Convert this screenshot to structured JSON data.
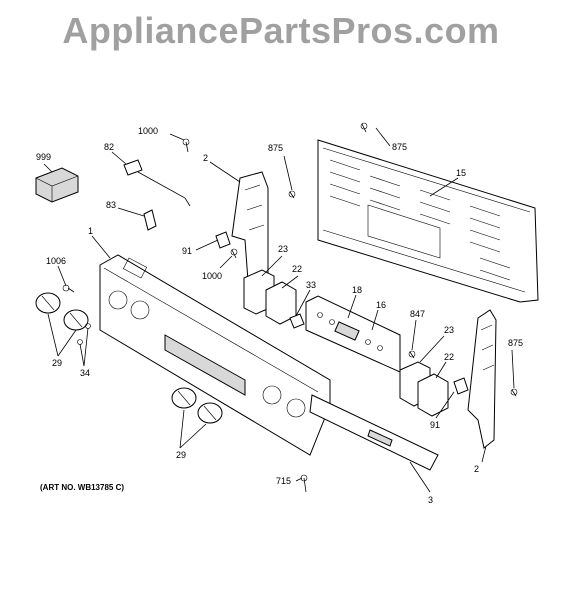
{
  "watermark": "AppliancePartsPros.com",
  "art_number": "(ART NO. WB13785 C)",
  "callouts": {
    "c999": "999",
    "c1000a": "1000",
    "c82": "82",
    "c2a": "2",
    "c875a": "875",
    "c875b": "875",
    "c15": "15",
    "c83": "83",
    "c91a": "91",
    "c23a": "23",
    "c1": "1",
    "c1006": "1006",
    "c1000b": "1000",
    "c22a": "22",
    "c33": "33",
    "c18": "18",
    "c16": "16",
    "c847": "847",
    "c23b": "23",
    "c875c": "875",
    "c22b": "22",
    "c29a": "29",
    "c34": "34",
    "c91b": "91",
    "c29b": "29",
    "c715": "715",
    "c3": "3",
    "c2b": "2"
  }
}
